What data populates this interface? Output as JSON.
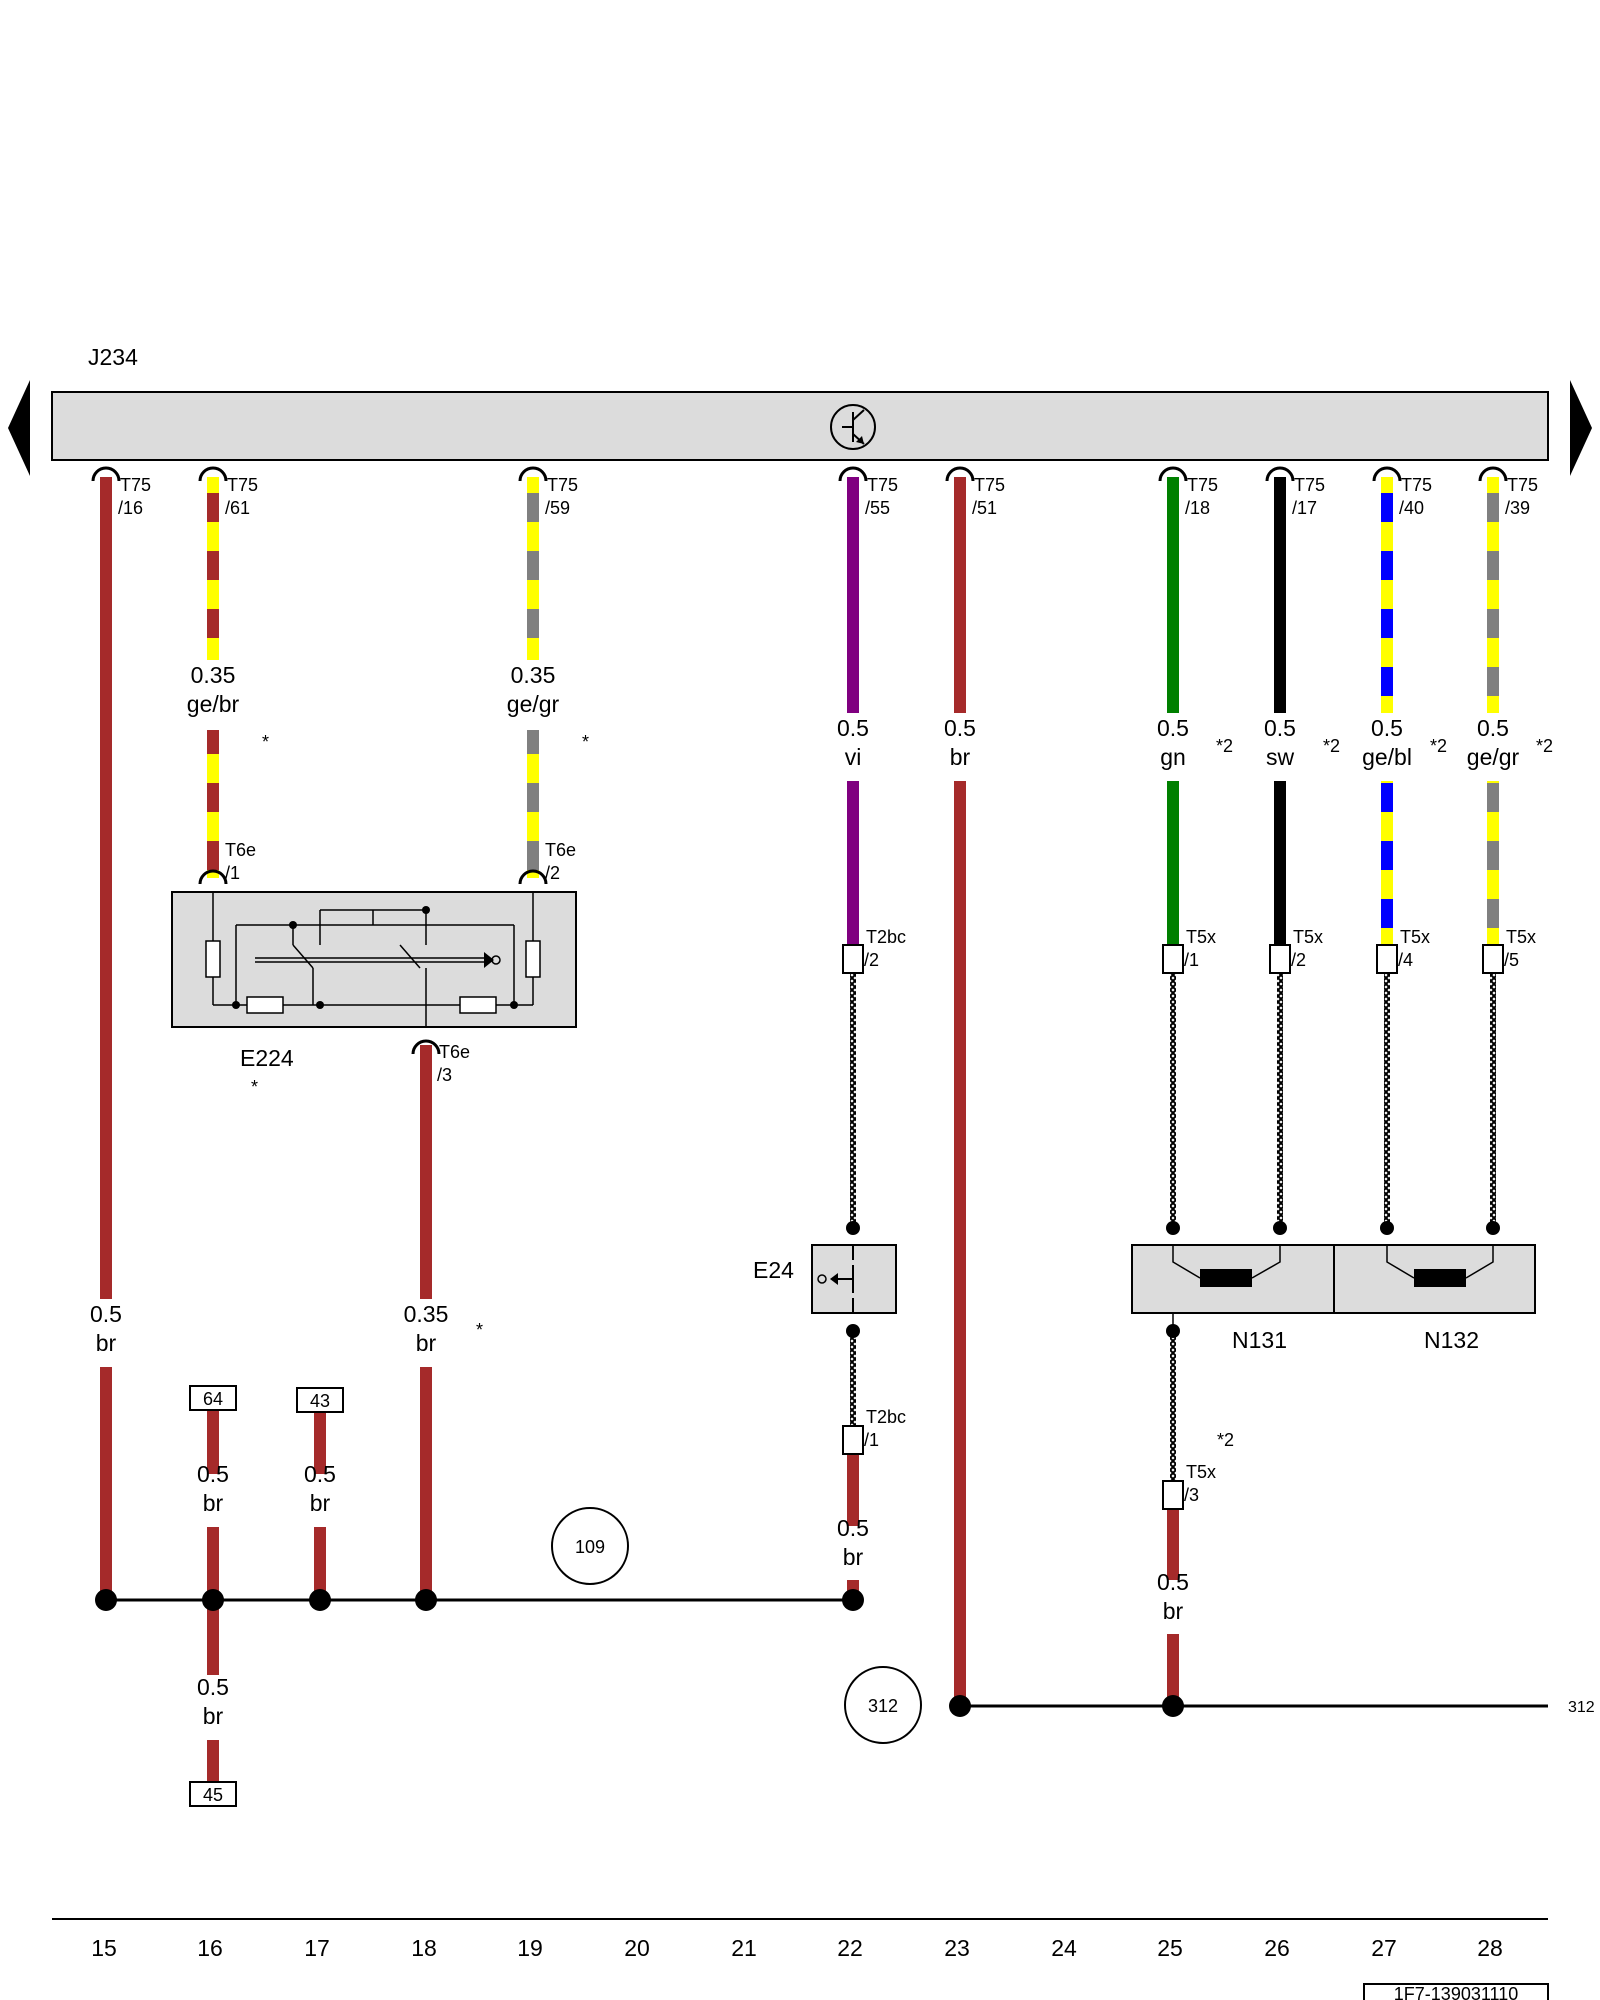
{
  "components": {
    "J234": "J234",
    "E224": "E224",
    "E24": "E24",
    "N131": "N131",
    "N132": "N132"
  },
  "markers": {
    "star": "*",
    "star2": "*2"
  },
  "connectors": [
    {
      "top": "T75",
      "bottom": "/16"
    },
    {
      "top": "T75",
      "bottom": "/61"
    },
    {
      "top": "T75",
      "bottom": "/59"
    },
    {
      "top": "T75",
      "bottom": "/55"
    },
    {
      "top": "T75",
      "bottom": "/51"
    },
    {
      "top": "T75",
      "bottom": "/18"
    },
    {
      "top": "T75",
      "bottom": "/17"
    },
    {
      "top": "T75",
      "bottom": "/40"
    },
    {
      "top": "T75",
      "bottom": "/39"
    },
    {
      "top": "T6e",
      "bottom": "/1"
    },
    {
      "top": "T6e",
      "bottom": "/2"
    },
    {
      "top": "T6e",
      "bottom": "/3"
    },
    {
      "top": "T2bc",
      "bottom": "/2"
    },
    {
      "top": "T2bc",
      "bottom": "/1"
    },
    {
      "top": "T5x",
      "bottom": "/1"
    },
    {
      "top": "T5x",
      "bottom": "/2"
    },
    {
      "top": "T5x",
      "bottom": "/4"
    },
    {
      "top": "T5x",
      "bottom": "/5"
    },
    {
      "top": "T5x",
      "bottom": "/3"
    }
  ],
  "wires": [
    {
      "size": "0.5",
      "color": "br"
    },
    {
      "size": "0.35",
      "color": "ge/br"
    },
    {
      "size": "0.35",
      "color": "ge/gr"
    },
    {
      "size": "0.5",
      "color": "vi"
    },
    {
      "size": "0.5",
      "color": "br"
    },
    {
      "size": "0.5",
      "color": "gn"
    },
    {
      "size": "0.5",
      "color": "sw"
    },
    {
      "size": "0.5",
      "color": "ge/bl"
    },
    {
      "size": "0.5",
      "color": "ge/gr"
    },
    {
      "size": "0.5",
      "color": "br"
    },
    {
      "size": "0.35",
      "color": "br"
    },
    {
      "size": "0.5",
      "color": "br"
    },
    {
      "size": "0.5",
      "color": "br"
    },
    {
      "size": "0.5",
      "color": "br"
    },
    {
      "size": "0.5",
      "color": "br"
    },
    {
      "size": "0.5",
      "color": "br"
    }
  ],
  "references": {
    "ref_64": "64",
    "ref_43": "43",
    "ref_45": "45",
    "ground_109": "109",
    "ground_312": "312",
    "continue_312": "312"
  },
  "columns": [
    "15",
    "16",
    "17",
    "18",
    "19",
    "20",
    "21",
    "22",
    "23",
    "24",
    "25",
    "26",
    "27",
    "28"
  ],
  "doc_id": "1F7-139031110",
  "colors": {
    "br": "#a52a2a",
    "ge": "#ffff00",
    "gr": "#808080",
    "vi": "#800080",
    "gn": "#008000",
    "sw": "#000000",
    "bl": "#0000ff",
    "component_fill": "#dcdcdc"
  }
}
